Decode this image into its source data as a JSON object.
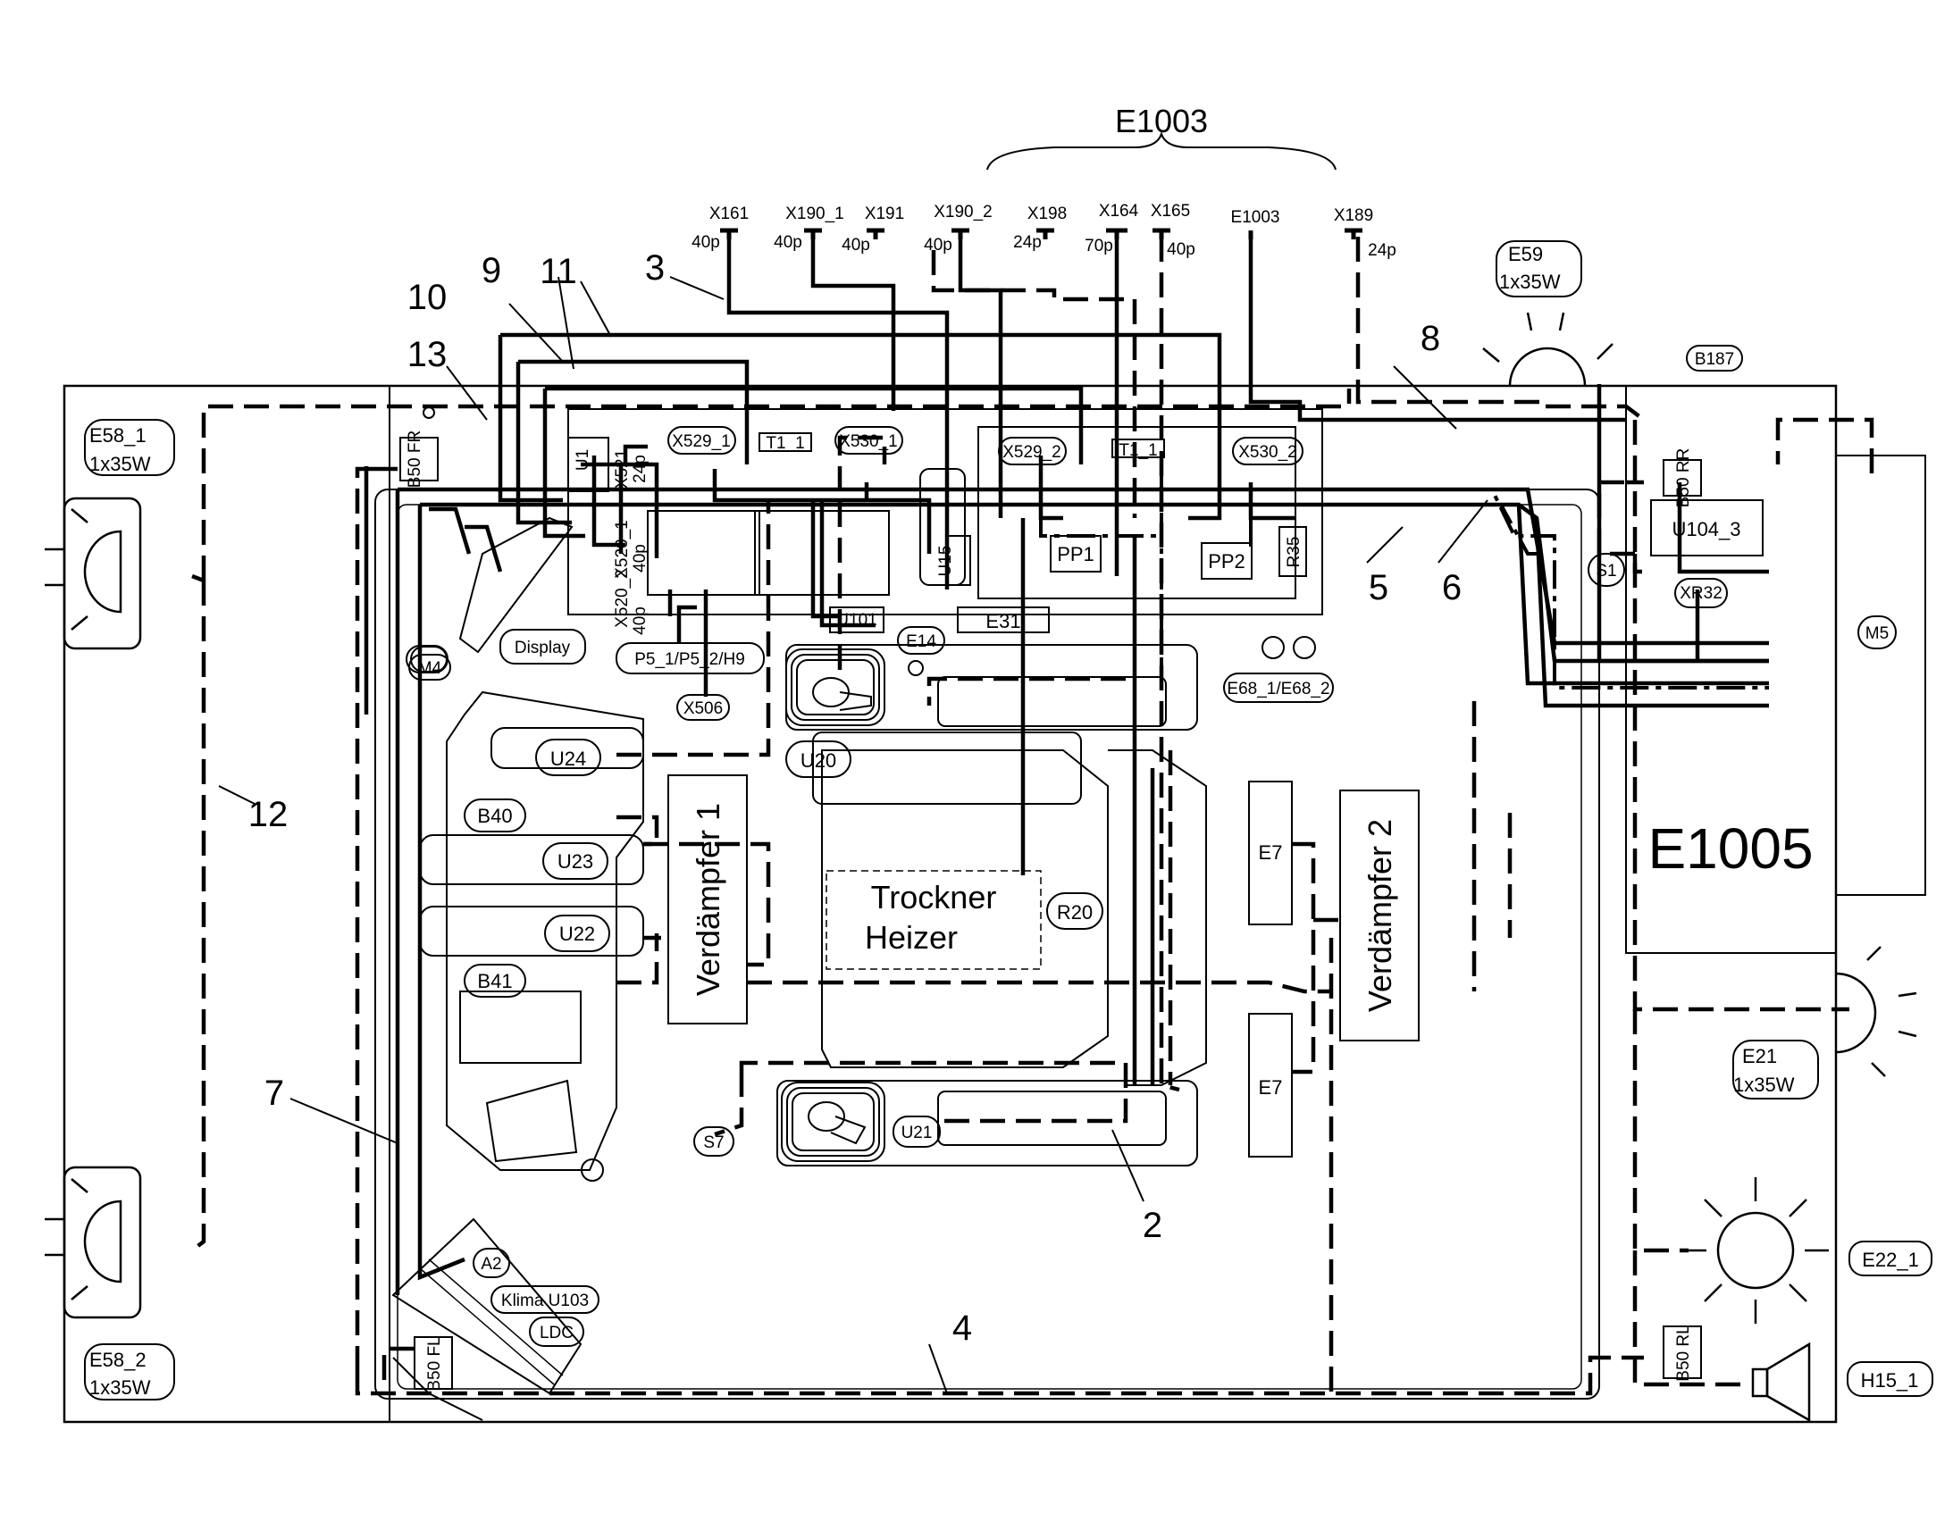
{
  "title": "E1003",
  "connectors": [
    {
      "label": "X161",
      "pins": "40p"
    },
    {
      "label": "X190_1",
      "pins": "40p"
    },
    {
      "label": "X191",
      "pins": "40p"
    },
    {
      "label": "X190_2",
      "pins": "40p"
    },
    {
      "label": "X198",
      "pins": "24p"
    },
    {
      "label": "X164",
      "pins": "70p"
    },
    {
      "label": "X165",
      "pins": "40p"
    },
    {
      "label": "E1003",
      "pins": ""
    },
    {
      "label": "X189",
      "pins": "24p"
    }
  ],
  "callouts": [
    "2",
    "3",
    "4",
    "5",
    "6",
    "7",
    "8",
    "9",
    "10",
    "11",
    "12",
    "13"
  ],
  "lamps": {
    "e59": {
      "name": "E59",
      "rating": "1x35W"
    },
    "e58_1": {
      "name": "E58_1",
      "rating": "1x35W"
    },
    "e58_2": {
      "name": "E58_2",
      "rating": "1x35W"
    },
    "e21": {
      "name": "E21",
      "rating": "1x35W"
    },
    "e22_1": {
      "name": "E22_1"
    },
    "h15_1": {
      "name": "H15_1"
    }
  },
  "components": {
    "b187": "B187",
    "b50_rr": "B50 RR",
    "u104_3": "U104_3",
    "s1": "S1",
    "xr32": "XR32",
    "m5": "M5",
    "e1005": "E1005",
    "b50_fr": "B50 FR",
    "u1": "U1",
    "x521": "X521",
    "x521_pins": "24p",
    "x520_1": "X520_1",
    "x520_1_pins": "40p",
    "x520_2": "X520_2",
    "x520_2_pins": "40p",
    "x529_1": "X529_1",
    "t1_1a": "T1_1",
    "x530_1": "X530_1",
    "x529_2": "X529_2",
    "t1_1b": "T1_1",
    "x530_2": "X530_2",
    "u15": "U15",
    "pp1": "PP1",
    "pp2": "PP2",
    "r35": "R35",
    "u101": "U101",
    "e31": "E31",
    "e14": "E14",
    "e68": "E68_1/E68_2",
    "display": "Display",
    "p5": "P5_1/P5_2/H9",
    "x506": "X506",
    "m4": "M4",
    "u24": "U24",
    "u20": "U20",
    "b40": "B40",
    "u23": "U23",
    "u22": "U22",
    "b41": "B41",
    "verdampfer1": "Verdämpfer 1",
    "verdampfer2": "Verdämpfer 2",
    "trockner1": "Trockner",
    "trockner2": "Heizer",
    "r20": "R20",
    "e7_top": "E7",
    "e7_bottom": "E7",
    "s7": "S7",
    "u21": "U21",
    "a2": "A2",
    "klima": "Klima U103",
    "ldc": "LDC",
    "b50_fl": "B50 FL",
    "b50_rl": "B50 RL"
  }
}
